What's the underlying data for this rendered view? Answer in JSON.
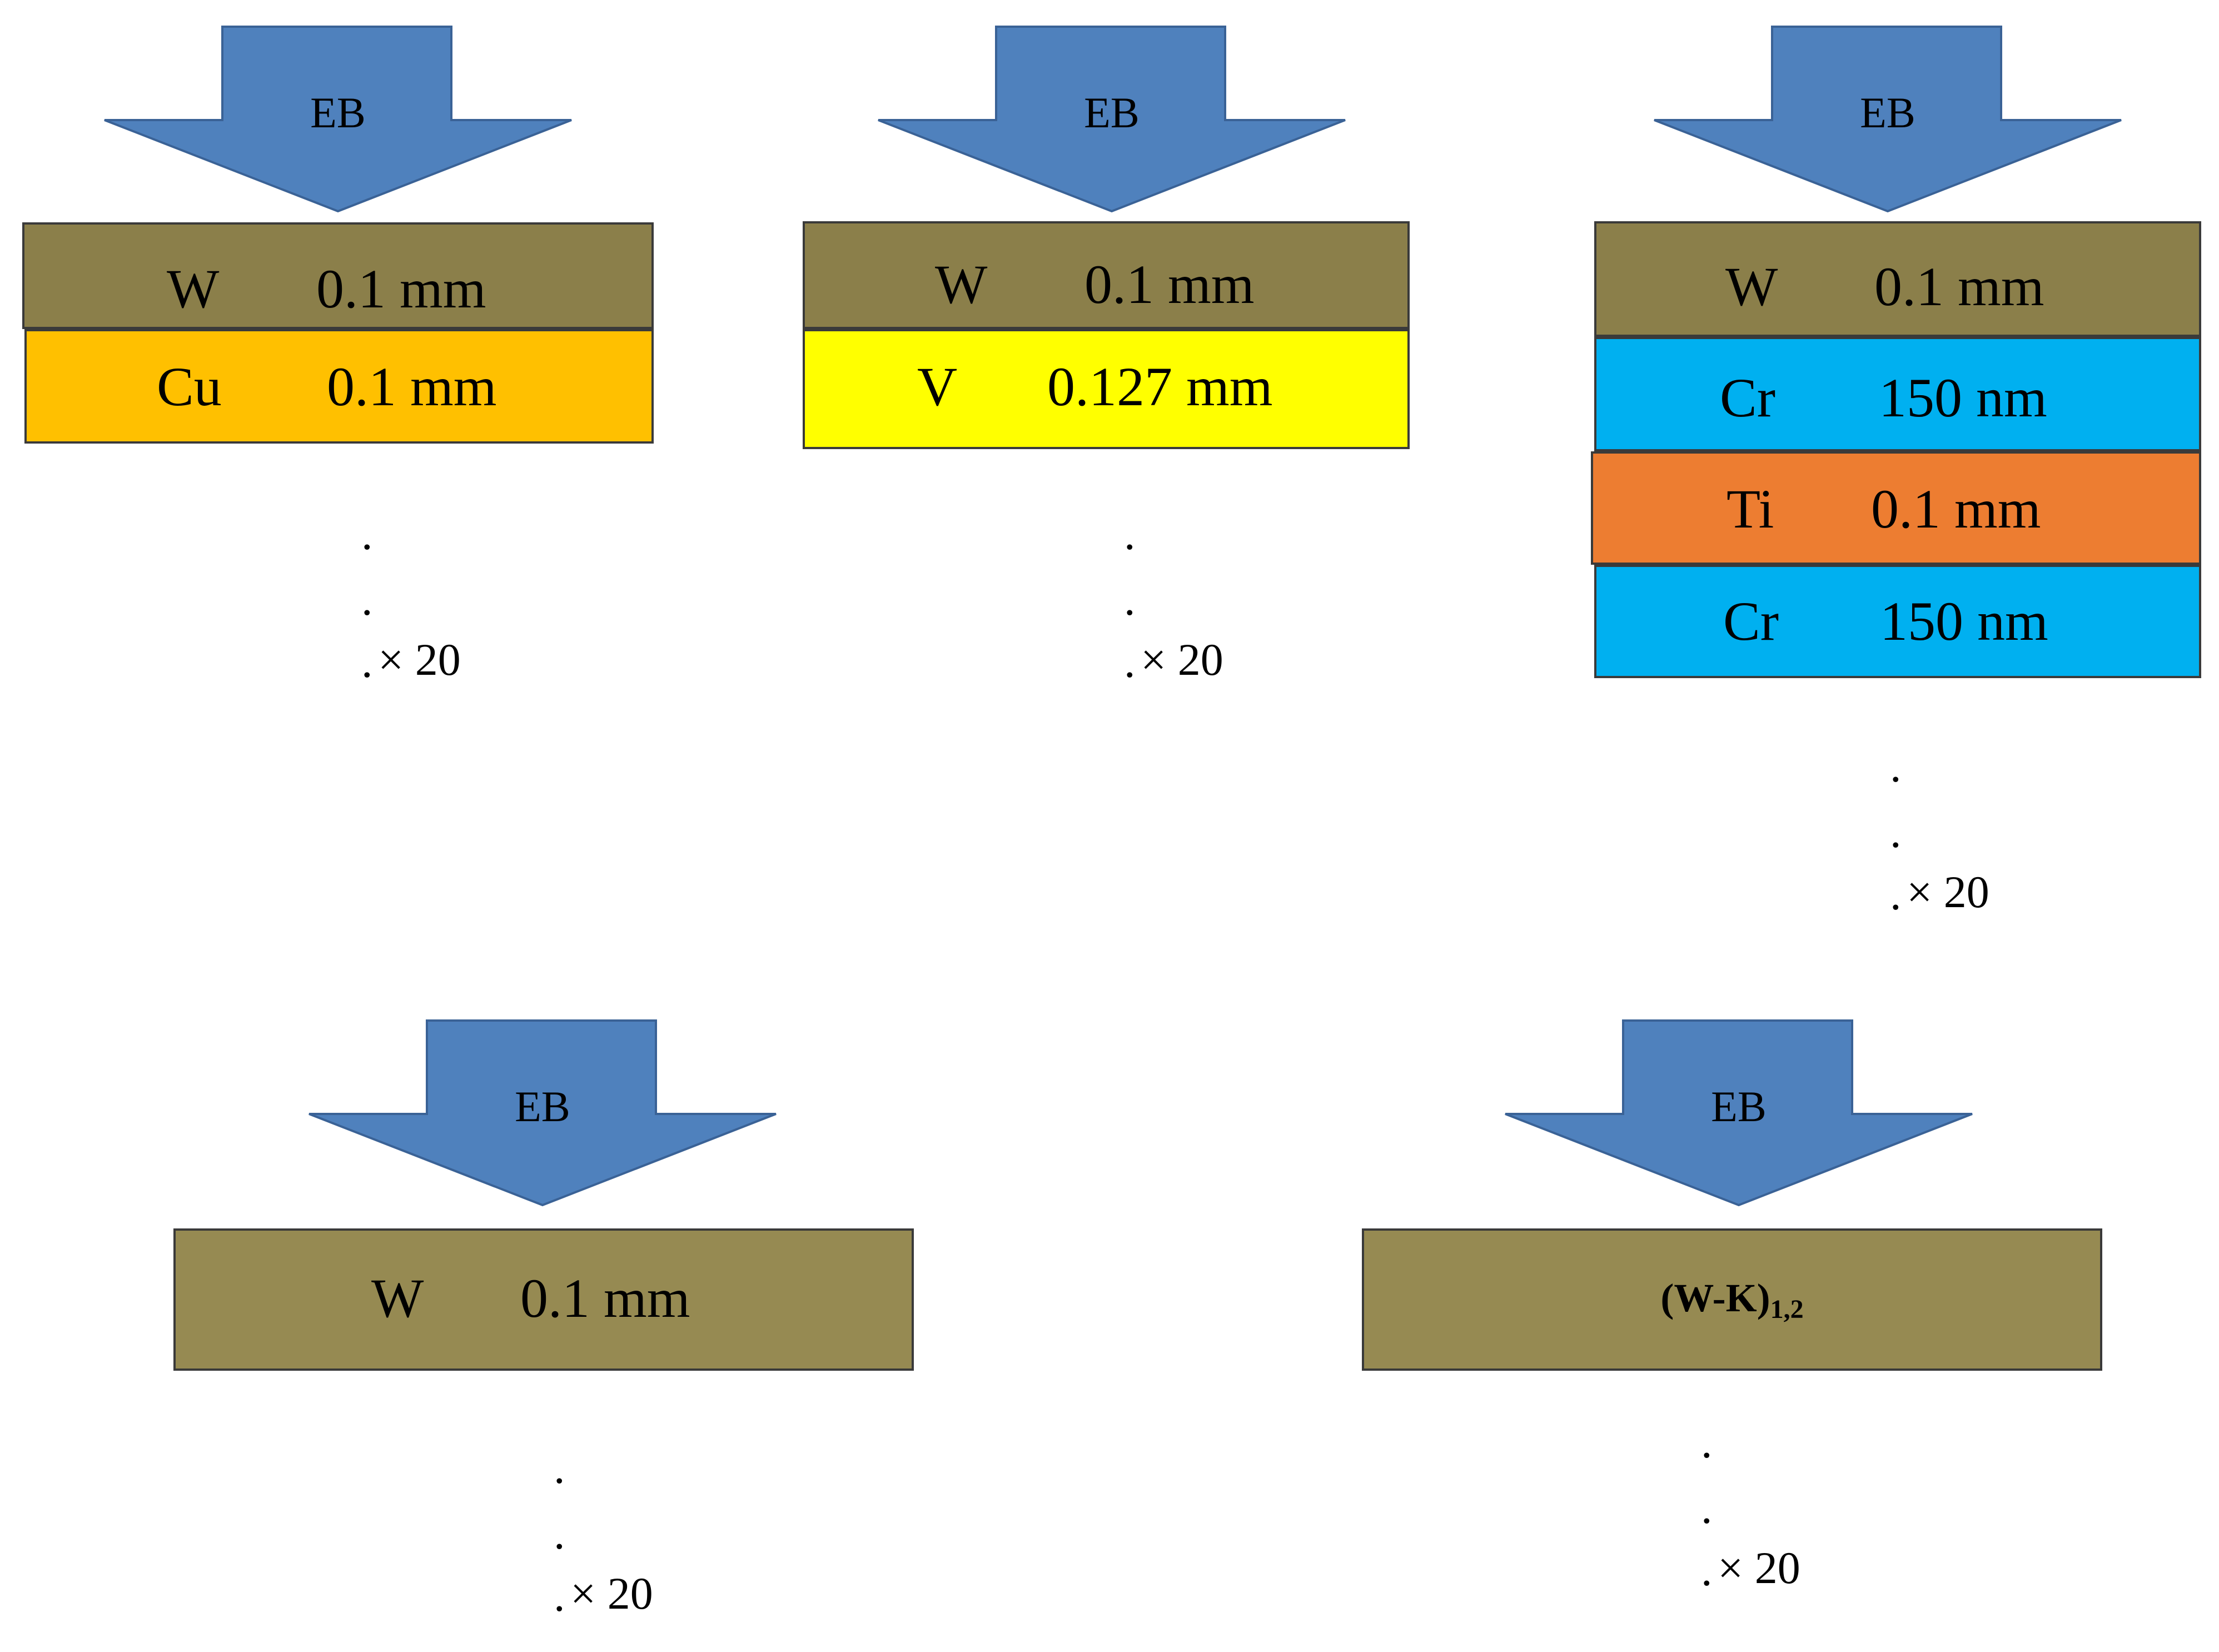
{
  "colors": {
    "arrow_fill": "#4f81bd",
    "arrow_stroke": "#3a6296",
    "W": "#8b7f4a",
    "W_lower": "#968a52",
    "Cu": "#ffc000",
    "V": "#ffff00",
    "Cr": "#00b0f0",
    "Ti": "#ed7d31"
  },
  "arrow_label": "EB",
  "repeat_label": "× 20",
  "dot": ".",
  "configs": [
    {
      "arrow_label": "EB",
      "layers": [
        {
          "element": "W",
          "thickness": "0.1 mm"
        },
        {
          "element": "Cu",
          "thickness": "0.1 mm"
        }
      ],
      "repeat": "× 20"
    },
    {
      "arrow_label": "EB",
      "layers": [
        {
          "element": "W",
          "thickness": "0.1 mm"
        },
        {
          "element": "V",
          "thickness": "0.127 mm"
        }
      ],
      "repeat": "× 20"
    },
    {
      "arrow_label": "EB",
      "layers": [
        {
          "element": "W",
          "thickness": "0.1 mm"
        },
        {
          "element": "Cr",
          "thickness": "150 nm"
        },
        {
          "element": "Ti",
          "thickness": "0.1 mm"
        },
        {
          "element": "Cr",
          "thickness": "150 nm"
        }
      ],
      "repeat": "× 20"
    },
    {
      "arrow_label": "EB",
      "layers": [
        {
          "element": "W",
          "thickness": "0.1 mm"
        }
      ],
      "repeat": "× 20"
    },
    {
      "arrow_label": "EB",
      "layers": [
        {
          "element": "(W-K)",
          "subscript": "1,2"
        }
      ],
      "repeat": "× 20"
    }
  ]
}
